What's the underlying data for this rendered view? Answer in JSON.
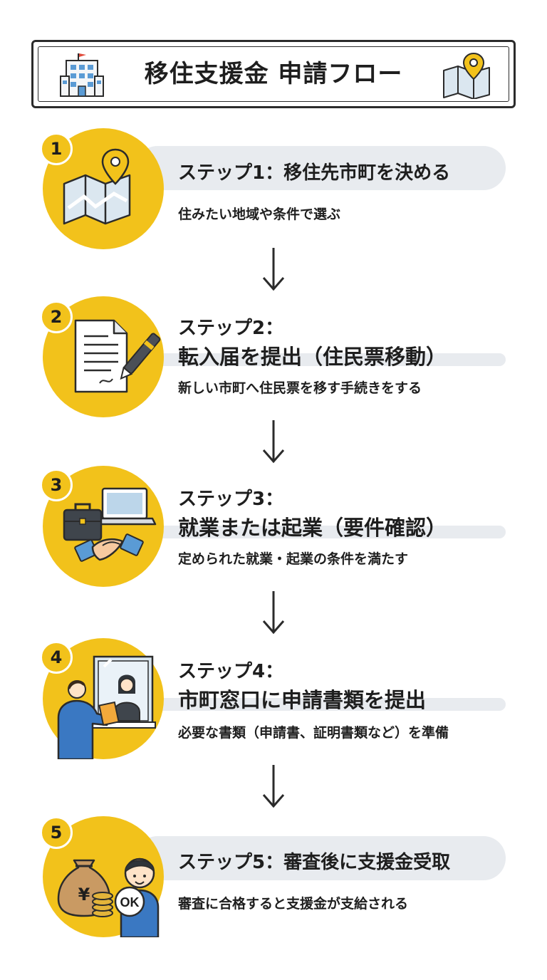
{
  "header": {
    "title": "移住支援金 申請フロー",
    "left_icon": "office-building-icon",
    "right_icon": "map-pin-icon"
  },
  "colors": {
    "accent_yellow": "#f2c21b",
    "pill_gray": "#e8ebef",
    "text": "#1e1e1e"
  },
  "steps": [
    {
      "number": "1",
      "title": "ステップ1：移住先市町を決める",
      "title_line2": "",
      "description": "住みたい地域や条件で選ぶ",
      "icon": "map-icon"
    },
    {
      "number": "2",
      "title": "ステップ2：",
      "title_line2": "転入届を提出（住民票移動）",
      "description": "新しい市町へ住民票を移す手続きをする",
      "icon": "document-pen-icon"
    },
    {
      "number": "3",
      "title": "ステップ3：",
      "title_line2": "就業または起業（要件確認）",
      "description": "定められた就業・起業の条件を満たす",
      "icon": "briefcase-handshake-icon"
    },
    {
      "number": "4",
      "title": "ステップ4：",
      "title_line2": "市町窓口に申請書類を提出",
      "description": "必要な書類（申請書、証明書類など）を準備",
      "icon": "service-counter-icon"
    },
    {
      "number": "5",
      "title": "ステップ5：審査後に支援金受取",
      "title_line2": "",
      "description": "審査に合格すると支援金が支給される",
      "icon": "money-bag-ok-icon",
      "badge": "OK",
      "currency": "¥"
    }
  ]
}
